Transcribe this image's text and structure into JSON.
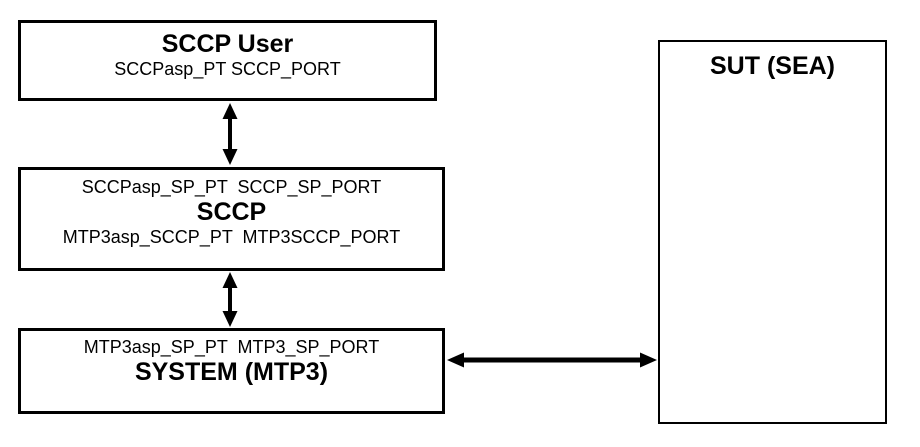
{
  "diagram": {
    "background_color": "#ffffff",
    "line_color": "#000000",
    "nodes": {
      "sccp_user": {
        "title": "SCCP User",
        "ports": "SCCPasp_PT SCCP_PORT"
      },
      "sccp": {
        "upper_ports": "SCCPasp_SP_PT  SCCP_SP_PORT",
        "title": "SCCP",
        "lower_ports": "MTP3asp_SCCP_PT  MTP3SCCP_PORT"
      },
      "system_mtp3": {
        "upper_ports": "MTP3asp_SP_PT  MTP3_SP_PORT",
        "title": "SYSTEM (MTP3)"
      },
      "sut": {
        "title": "SUT (SEA)"
      }
    },
    "edges": [
      {
        "from": "sccp_user",
        "to": "sccp",
        "style": "double-headed-arrow",
        "orientation": "vertical"
      },
      {
        "from": "sccp",
        "to": "system_mtp3",
        "style": "double-headed-arrow",
        "orientation": "vertical"
      },
      {
        "from": "system_mtp3",
        "to": "sut",
        "style": "double-headed-arrow",
        "orientation": "horizontal"
      }
    ]
  }
}
